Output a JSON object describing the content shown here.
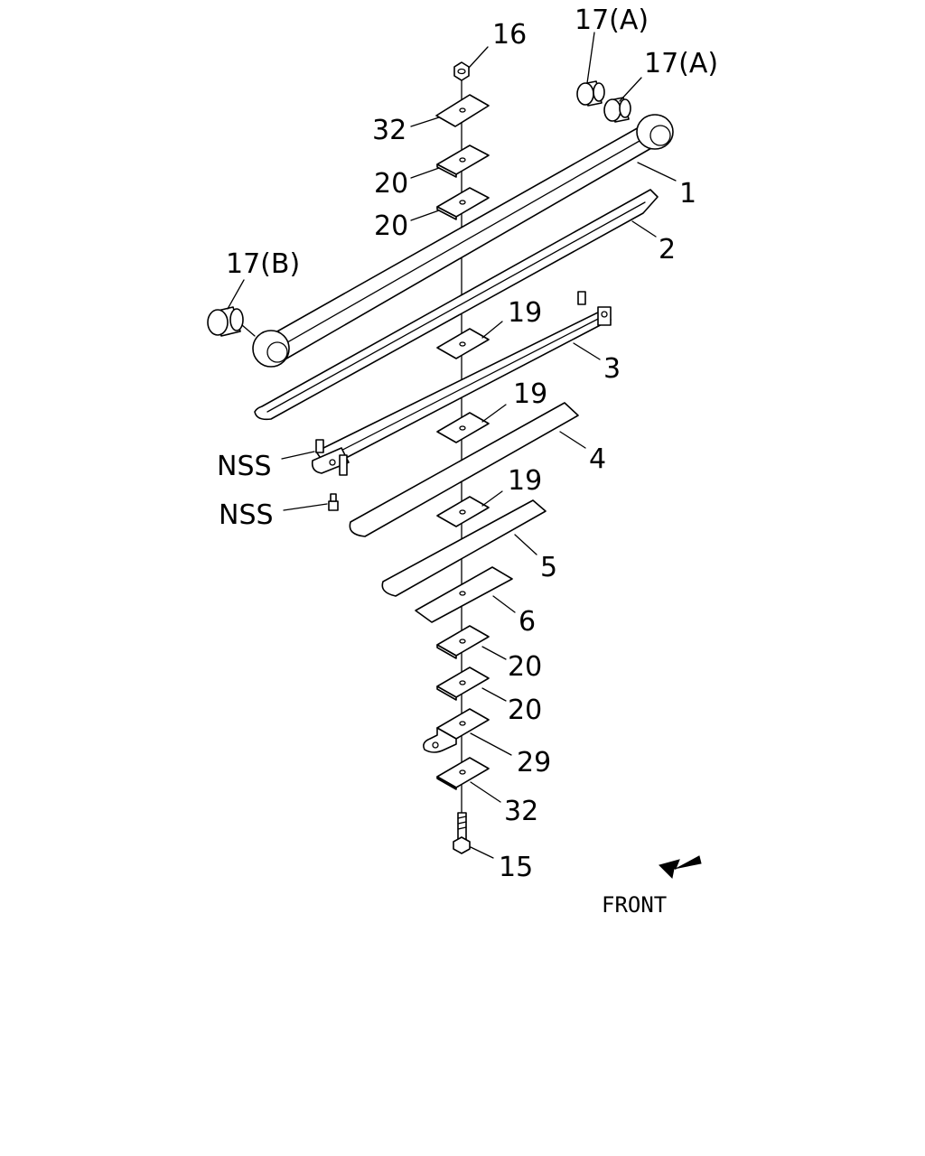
{
  "diagram": {
    "callouts": {
      "c16": "16",
      "c17a_top": "17(A)",
      "c17a_right": "17(A)",
      "c32_top": "32",
      "c20_a": "20",
      "c20_b": "20",
      "c1": "1",
      "c2": "2",
      "c17b": "17(B)",
      "c19_a": "19",
      "c3": "3",
      "c19_b": "19",
      "c4": "4",
      "c_nss_a": "NSS",
      "c_nss_b": "NSS",
      "c19_c": "19",
      "c5": "5",
      "c6": "6",
      "c20_c": "20",
      "c20_d": "20",
      "c29": "29",
      "c32_bottom": "32",
      "c15": "15"
    },
    "front_label": "FRONT"
  }
}
